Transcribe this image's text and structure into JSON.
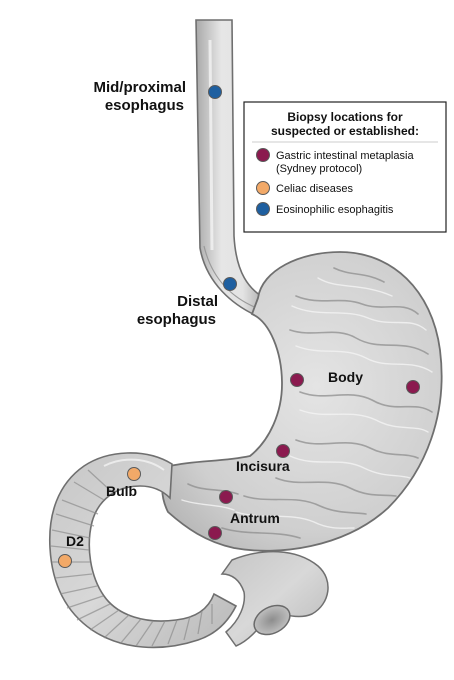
{
  "labels": {
    "mid_proximal_esophagus": [
      "Mid/proximal",
      "esophagus"
    ],
    "distal_esophagus": [
      "Distal",
      "esophagus"
    ],
    "body": "Body",
    "incisura": "Incisura",
    "antrum": "Antrum",
    "bulb": "Bulb",
    "d2": "D2"
  },
  "legend": {
    "title_lines": [
      "Biopsy locations for",
      "suspected or established:"
    ],
    "items": [
      {
        "color": "#8b1a4f",
        "lines": [
          "Gastric intestinal metaplasia",
          "(Sydney protocol)"
        ]
      },
      {
        "color": "#f2a968",
        "lines": [
          "Celiac diseases"
        ]
      },
      {
        "color": "#1e5fa0",
        "lines": [
          "Eosinophilic esophagitis"
        ]
      }
    ]
  },
  "colors": {
    "gastric_intestinal_metaplasia": "#8b1a4f",
    "celiac": "#f2a968",
    "eosinophilic": "#1e5fa0",
    "organ_fill": "#d2d2d2",
    "organ_outline": "#6f6f6f"
  }
}
